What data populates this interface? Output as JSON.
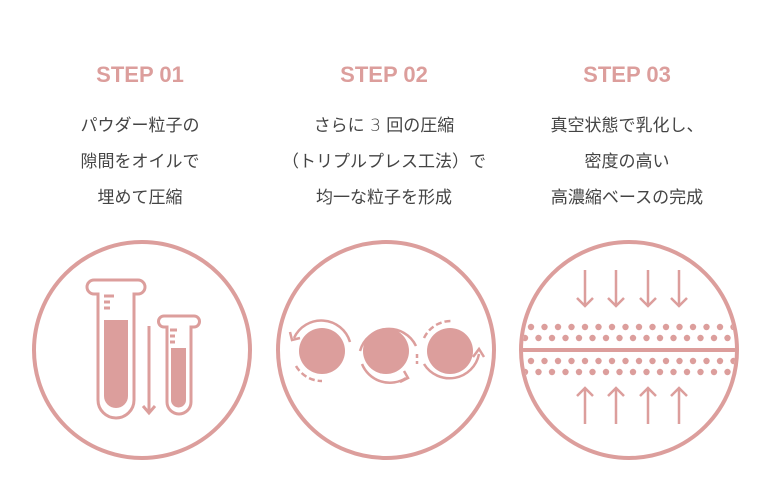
{
  "accent_color": "#dc9e9c",
  "steps": [
    {
      "title": "STEP 01",
      "lines": [
        "パウダー粒子の",
        "隙間をオイルで",
        "埋めて圧縮"
      ],
      "icon": "test-tubes-icon"
    },
    {
      "title": "STEP 02",
      "lines": [
        "さらに 3 回の圧縮",
        "（トリプルプレス工法）で",
        "均一な粒子を形成"
      ],
      "icon": "rotating-particles-icon"
    },
    {
      "title": "STEP 03",
      "lines": [
        "真空状態で乳化し、",
        "密度の高い",
        "高濃縮ベースの完成"
      ],
      "icon": "compression-icon"
    }
  ]
}
